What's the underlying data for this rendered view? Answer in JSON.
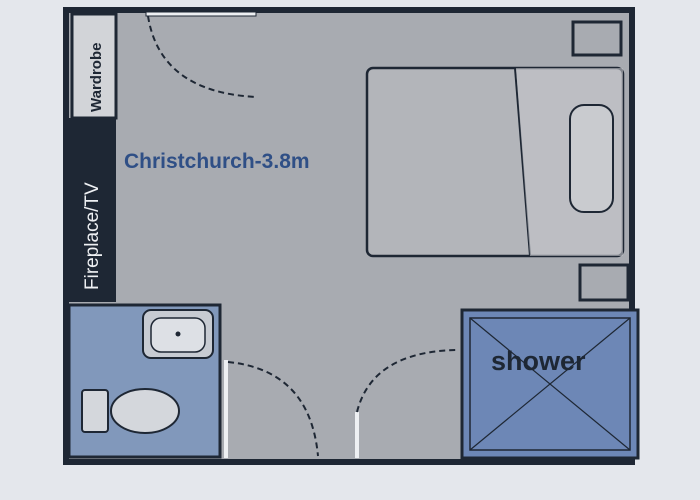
{
  "plan": {
    "wardrobe_label": "Wardrobe",
    "fireplace_label": "Fireplace/TV",
    "room_label": "Christchurch-3.8m",
    "shower_label": "shower"
  },
  "colors": {
    "room": "#a8abb1",
    "wall": "#1e2734",
    "bathroom": "#8198bb",
    "shower": "#6d87b6",
    "room_text": "#2f4f86"
  }
}
